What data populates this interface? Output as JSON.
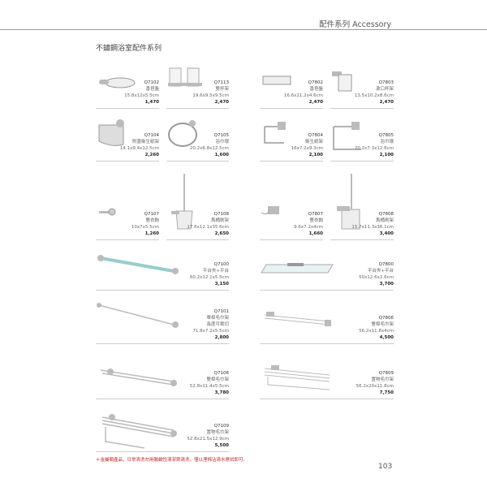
{
  "header": {
    "section": "配件系列 Accessory",
    "title": "不鏽鋼浴室配件系列"
  },
  "items": [
    {
      "code": "Q7102",
      "name": "香皂盤",
      "size": "15.8x12x5.5cm",
      "price": "1,470"
    },
    {
      "code": "Q7113",
      "name": "雙杯架",
      "size": "19.6x9.5x9.5cm",
      "price": "2,470"
    },
    {
      "code": "Q7802",
      "name": "香皂盤",
      "size": "16.6x11.2x4.6cm",
      "price": "2,470"
    },
    {
      "code": "Q7803",
      "name": "漱口杯架",
      "size": "13.5x10.2x8.6cm",
      "price": "2,470"
    },
    {
      "code": "Q7104",
      "name": "附蓋衛生紙架",
      "size": "14.1x9.4x12.5cm",
      "price": "2,260"
    },
    {
      "code": "Q7105",
      "name": "浴巾環",
      "size": "20.2x6.8x12.5cm",
      "price": "1,600"
    },
    {
      "code": "Q7804",
      "name": "衛生紙架",
      "size": "16x7.2x9.3cm",
      "price": "2,100"
    },
    {
      "code": "Q7805",
      "name": "浴巾環",
      "size": "20.2x7.3x12.6cm",
      "price": "2,100"
    },
    {
      "code": "Q7107",
      "name": "雙衣鉤",
      "size": "10x7x5.5cm",
      "price": "1,260"
    },
    {
      "code": "Q7108",
      "name": "馬桶刷架",
      "size": "17.6x12.1x35.6cm",
      "price": "2,650"
    },
    {
      "code": "Q7807",
      "name": "雙衣鉤",
      "size": "9.6x7.2x4cm",
      "price": "1,660"
    },
    {
      "code": "Q7808",
      "name": "馬桶刷架",
      "size": "15.7x11.3x36.1cm",
      "price": "3,400"
    },
    {
      "code": "Q7100",
      "name": "平台夾+平台",
      "size": "60.2x12.1x5.5cm",
      "price": "3,150"
    },
    {
      "code": "Q7800",
      "name": "平台夾+平台",
      "size": "50x12.6x2.6cm",
      "price": "3,700"
    },
    {
      "code": "Q7101",
      "name": "單桿毛巾架",
      "name2": "長度可裁切",
      "size": "71.8x7.2x5.5cm",
      "price": "2,800"
    },
    {
      "code": "Q7806",
      "name": "雙桿毛巾架",
      "size": "56.2x11.8x4cm",
      "price": "4,500"
    },
    {
      "code": "Q7106",
      "name": "雙桿毛巾架",
      "size": "52.8x11.4x5.5cm",
      "price": "3,780"
    },
    {
      "code": "Q7809",
      "name": "置物毛巾架",
      "size": "56.2x20x11.8cm",
      "price": "7,750"
    },
    {
      "code": "Q7109",
      "name": "置物毛巾架",
      "size": "52.8x21.5x12.9cm",
      "price": "5,500"
    }
  ],
  "footer": {
    "note": "＊金屬類產品，日常清洗勿用酸鹼性清潔劑清洗，僅以溼棉沾清水擦拭即可。",
    "page": "103"
  }
}
